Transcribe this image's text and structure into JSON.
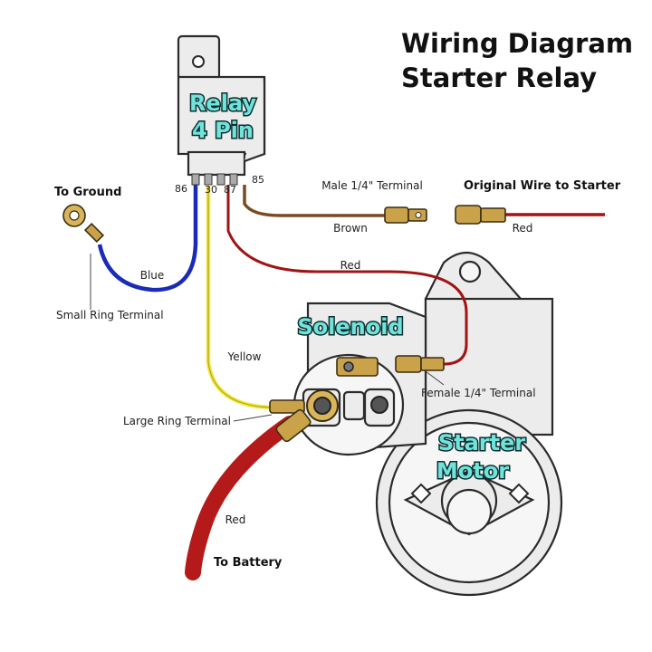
{
  "title": {
    "line1": "Wiring Diagram",
    "line2": "Starter Relay"
  },
  "components": {
    "relay": {
      "line1": "Relay",
      "line2": "4 Pin"
    },
    "solenoid": "Solenoid",
    "starter_motor": {
      "line1": "Starter",
      "line2": "Motor"
    }
  },
  "pins": {
    "p86": "86",
    "p30": "30",
    "p87": "87",
    "p85": "85"
  },
  "labels": {
    "to_ground": "To Ground",
    "small_ring_terminal": "Small Ring Terminal",
    "blue": "Blue",
    "yellow": "Yellow",
    "large_ring_terminal": "Large Ring Terminal",
    "red_battery": "Red",
    "to_battery": "To Battery",
    "male_terminal": "Male 1/4\" Terminal",
    "brown": "Brown",
    "original_wire": "Original Wire to Starter",
    "red_original": "Red",
    "red_relay": "Red",
    "female_terminal": "Female 1/4\" Terminal"
  },
  "colors": {
    "blue_wire": "#1a2bb8",
    "yellow_wire": "#f2e63a",
    "red_wire": "#a21414",
    "brown_wire": "#7a4a22",
    "battery_cable": "#b51a1a",
    "terminal_gold": "#c9a24a",
    "component_label": "#6fe3dc"
  }
}
